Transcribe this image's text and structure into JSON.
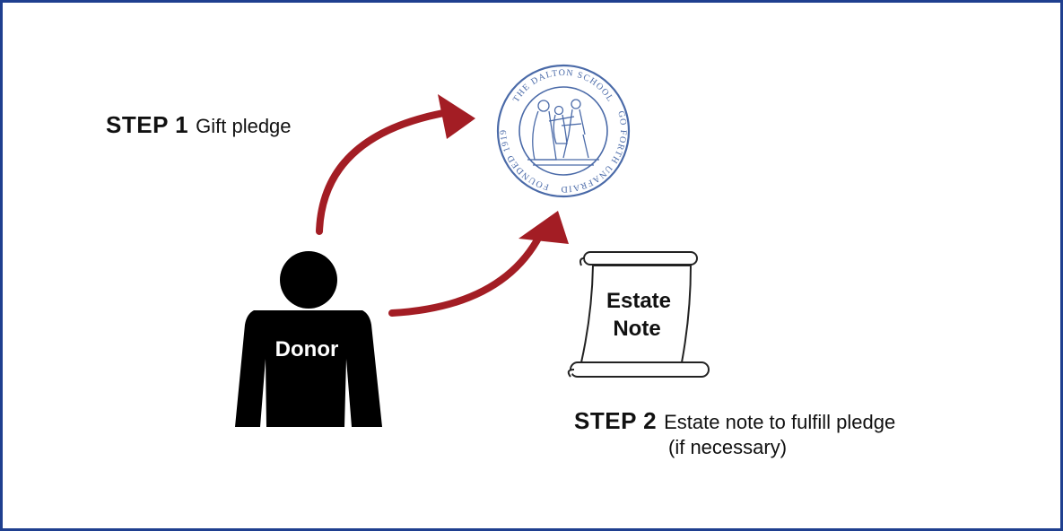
{
  "step1": {
    "number": "STEP 1",
    "description": "Gift pledge"
  },
  "step2": {
    "number": "STEP 2",
    "description_line1": "Estate note to fulfill pledge",
    "description_line2": "(if necessary)"
  },
  "donor": {
    "label": "Donor"
  },
  "estate_note": {
    "line1": "Estate",
    "line2": "Note"
  },
  "seal": {
    "text_top": "THE DALTON SCHOOL",
    "text_left": "FOUNDED 1919",
    "text_right": "GO FORTH UNAFRAID"
  },
  "colors": {
    "border": "#1f3f8f",
    "arrow": "#a31d24",
    "seal": "#4a6aa8",
    "figure": "#000000"
  }
}
